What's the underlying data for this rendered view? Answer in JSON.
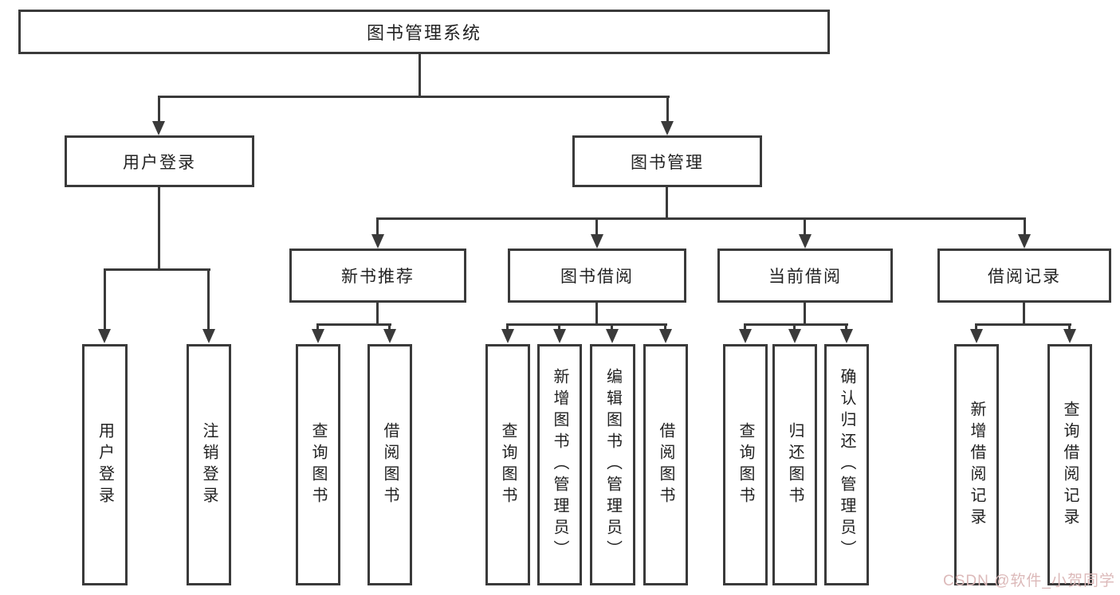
{
  "diagram": {
    "root": {
      "label": "图书管理系统"
    },
    "level2": {
      "user_login": {
        "label": "用户登录"
      },
      "book_mgmt": {
        "label": "图书管理"
      }
    },
    "level3": {
      "new_books": {
        "label": "新书推荐"
      },
      "borrowing": {
        "label": "图书借阅"
      },
      "current": {
        "label": "当前借阅"
      },
      "records": {
        "label": "借阅记录"
      }
    },
    "leaves": {
      "user_login": [
        "用户登录",
        "注销登录"
      ],
      "new_books": [
        "查询图书",
        "借阅图书"
      ],
      "borrowing": [
        "查询图书",
        "新增图书（管理员）",
        "编辑图书（管理员）",
        "借阅图书"
      ],
      "current": [
        "查询图书",
        "归还图书",
        "确认归还（管理员）"
      ],
      "records": [
        "新增借阅记录",
        "查询借阅记录"
      ]
    },
    "watermark": "CSDN @软件_小贺同学",
    "colors": {
      "line": "#3a3a3a",
      "text": "#222222",
      "background": "#ffffff",
      "watermark": "#dcb9b9"
    }
  }
}
